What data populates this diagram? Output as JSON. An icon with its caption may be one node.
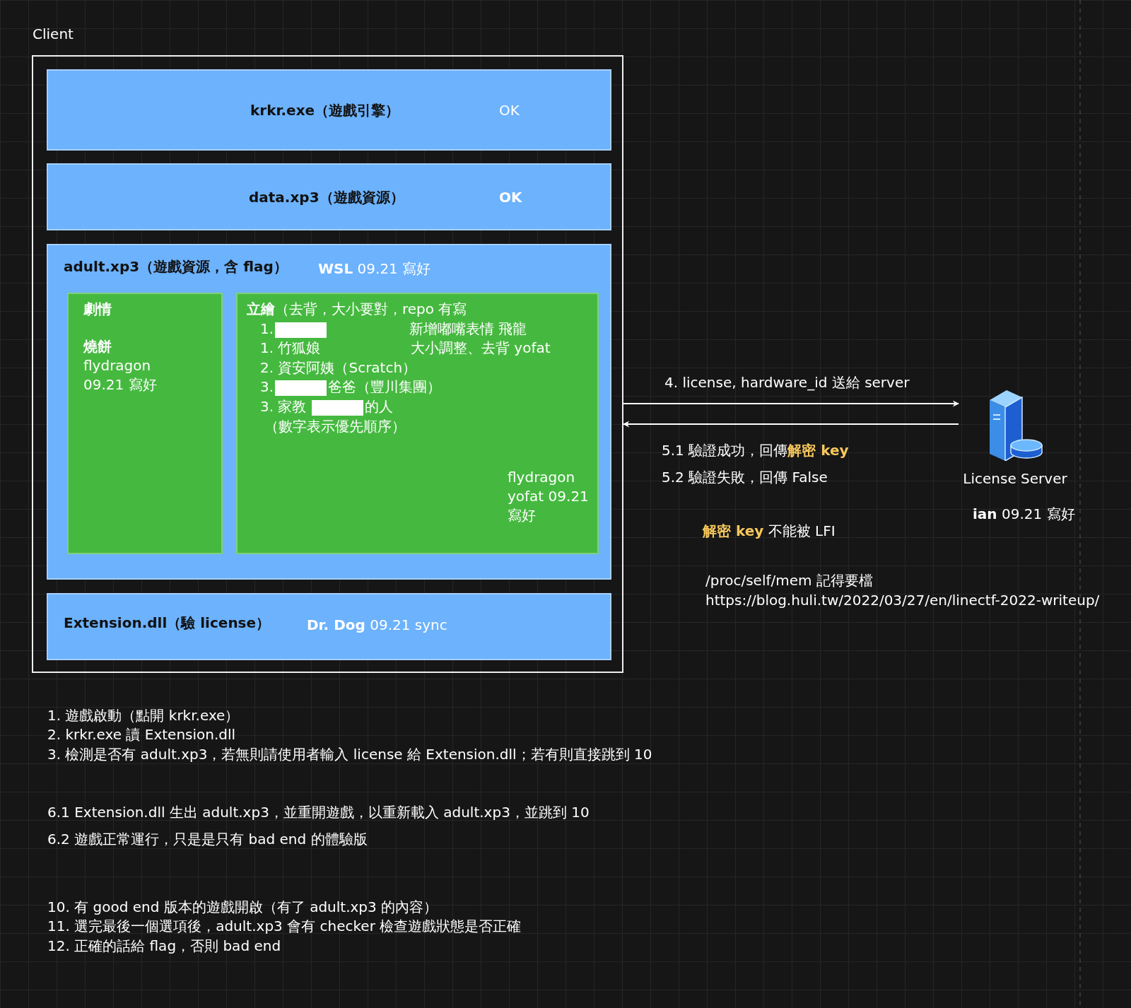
{
  "diagram": {
    "nodes": [
      {
        "text": [
          "Client"
        ]
      },
      {
        "text": [
          "krkr.exe（遊戲引擎）",
          "OK"
        ],
        "in": 0
      },
      {
        "text": [
          "data.xp3（遊戲資源）",
          "OK"
        ],
        "in": 0
      },
      {
        "text": [
          "adult.xp3（遊戲資源，含 flag）",
          "**WSL** 09.21 寫好"
        ],
        "in": 0
      },
      {
        "text": [
          "劇情",
          "燒餅",
          "flydragon 09.21 寫好"
        ],
        "in": 3
      },
      {
        "text": [
          "**立繪**（去背，大小要對，repo 有寫",
          "1.",
          "新增嘟嘴表情 飛龍",
          "1. 竹狐娘",
          "大小調整、去背 yofat",
          "2. 資安阿姨（Scratch）",
          "3.",
          "爸爸（豐川集團）",
          "3. 家教",
          "的人",
          "（數字表示優先順序）",
          "flydragon yofat 09.21 寫好"
        ],
        "in": 3
      },
      {
        "text": [
          "Extension.dll（驗 license）",
          "**Dr. Dog** 09.21 sync"
        ],
        "in": 0
      },
      {
        "text": [
          "License Server"
        ],
        "beside": [
          "**ian** 09.21 寫好"
        ]
      }
    ],
    "edges": [
      {
        "from": 0,
        "to": 7,
        "arrow": "to",
        "label": "4. license, hardware_id 送給 server"
      },
      {
        "from": 7,
        "to": 0,
        "arrow": "to",
        "label": "5.1 驗證成功，回傳**解密 key**"
      }
    ],
    "labels": [
      "5.2 驗證失敗，回傳 False",
      "**解密 key** 不能被 LFI",
      "/proc/self/mem 記得要檔",
      "https://blog.huli.tw/2022/03/27/en/linectf-2022-writeup/",
      "1. 遊戲啟動（點開 krkr.exe）",
      "2. krkr.exe 讀 Extension.dll",
      "3. 檢測是否有 adult.xp3，若無則請使用者輸入 license 給 Extension.dll；若有則直接跳到 10",
      "6.1 Extension.dll 生出 adult.xp3，並重開遊戲，以重新載入 adult.xp3，並跳到 10",
      "6.2 遊戲正常運行，只是是只有 bad end 的體驗版",
      "10. 有 good end 版本的遊戲開啟（有了 adult.xp3 的內容）",
      "11. 選完最後一個選項後，adult.xp3 會有 checker 檢查遊戲狀態是否正確",
      "12. 正確的話給 flag，否則 bad end"
    ]
  }
}
